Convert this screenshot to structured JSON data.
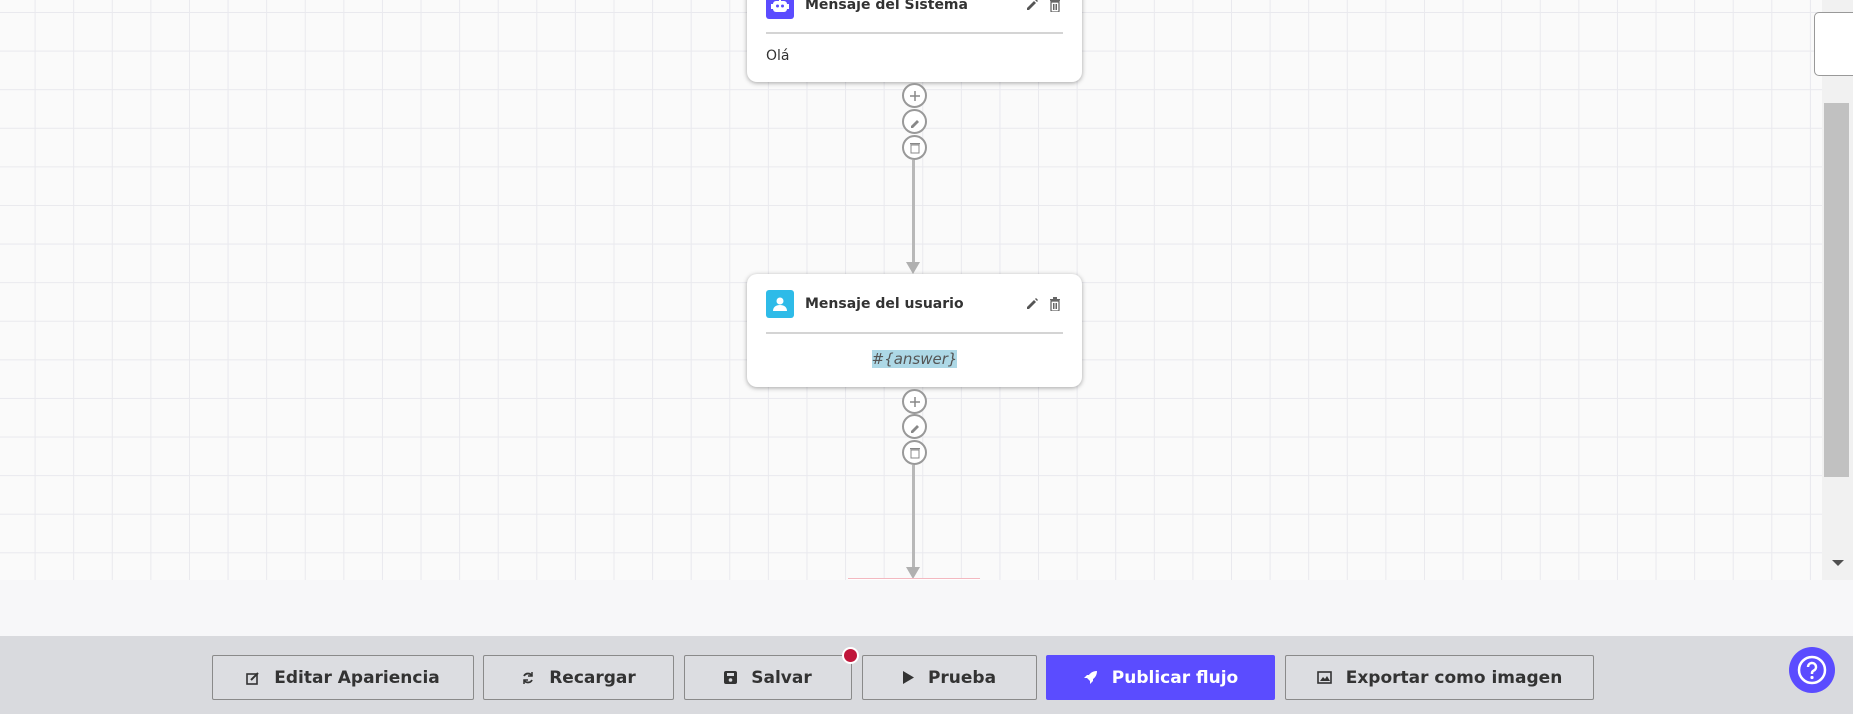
{
  "nodes": [
    {
      "title": "Mensaje del Sistema",
      "icon": "robot-icon",
      "icon_color": "#5b4cff",
      "content": "Olá"
    },
    {
      "title": "Mensaje del usuario",
      "icon": "user-icon",
      "icon_color": "#2ebbe8",
      "content": "#{answer}"
    }
  ],
  "toolbar": {
    "edit_appearance": "Editar Apariencia",
    "reload": "Recargar",
    "save": "Salvar",
    "test": "Prueba",
    "publish": "Publicar flujo",
    "export": "Exportar como imagen"
  },
  "colors": {
    "accent": "#5b4cff",
    "unsaved_dot": "#c0163a",
    "variable_highlight": "#add8e6"
  }
}
